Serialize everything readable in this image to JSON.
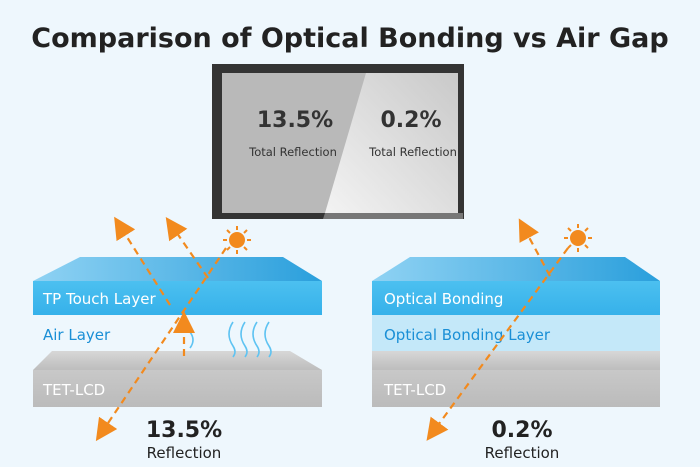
{
  "title": "Comparison of Optical Bonding vs Air Gap",
  "monitor": {
    "left_value": "13.5%",
    "left_label": "Total Reflection",
    "right_value": "0.2%",
    "right_label": "Total Reflection"
  },
  "air_gap": {
    "top_layer": "TP Touch Layer",
    "middle_layer": "Air Layer",
    "bottom_layer": "TET-LCD",
    "value": "13.5%",
    "caption": "Reflection"
  },
  "optical_bonding": {
    "top_layer": "Optical Bonding",
    "middle_layer": "Optical Bonding Layer",
    "bottom_layer": "TET-LCD",
    "value": "0.2%",
    "caption": "Reflection"
  },
  "colors": {
    "background": "#eef7fd",
    "blue": "#3ab3ea",
    "arrow": "#f28a1e",
    "lcd": "#c4c4c4",
    "frame": "#343434"
  }
}
